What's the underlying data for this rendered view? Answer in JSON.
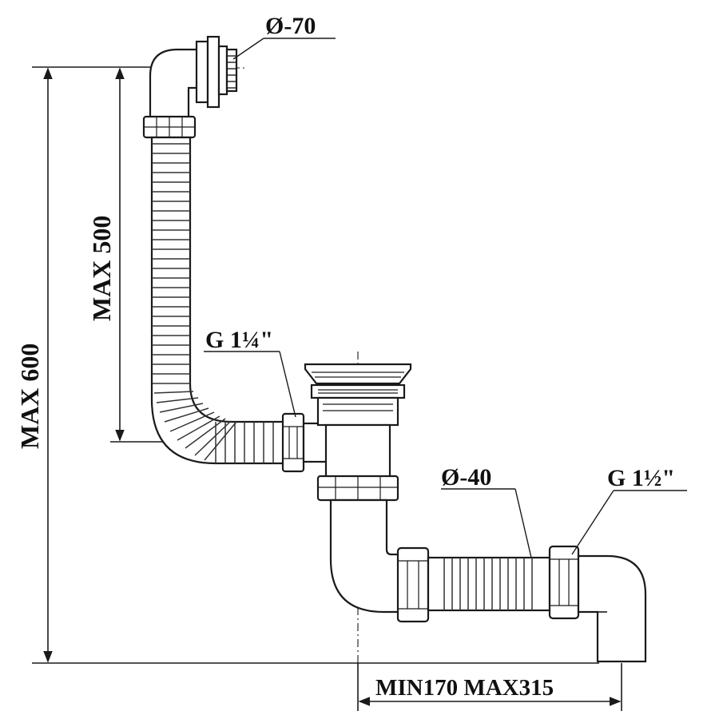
{
  "labels": {
    "overflow_diameter": "Ø-70",
    "max_total_height": "MAX 600",
    "max_hose_height": "MAX 500",
    "thread_overflow": "G 1¼\"",
    "pipe_diameter": "Ø-40",
    "thread_outlet": "G 1½\"",
    "length_range": "MIN170 MAX315"
  },
  "colors": {
    "stroke": "#1a1a1a",
    "fill": "#ffffff",
    "ribs": "#333333"
  }
}
